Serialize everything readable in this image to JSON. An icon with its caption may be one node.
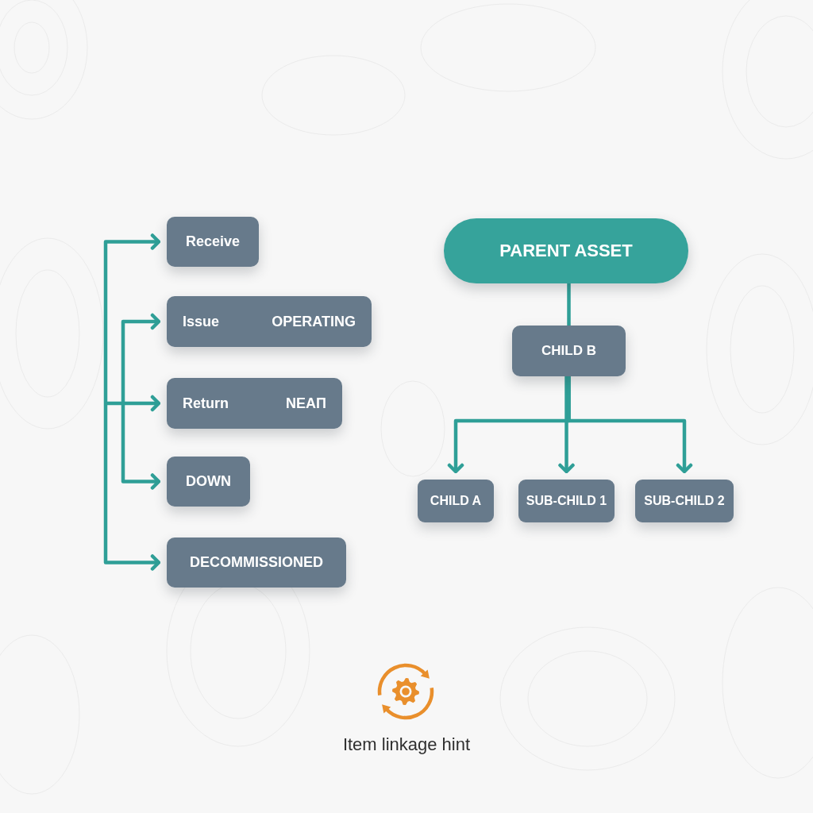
{
  "diagram": {
    "nodes": [
      {
        "text": [
          "Receive"
        ]
      },
      {
        "text": [
          "Issue",
          "OPERATING"
        ]
      },
      {
        "text": [
          "Return",
          "NEAП"
        ]
      },
      {
        "text": [
          "DOWN"
        ]
      },
      {
        "text": [
          "DECOMMISSIONED"
        ]
      },
      {
        "text": [
          "PARENT ASSET"
        ]
      },
      {
        "text": [
          "CHILD B"
        ]
      },
      {
        "text": [
          "CHILD A"
        ]
      },
      {
        "text": [
          "SUB-CHILD 1"
        ]
      },
      {
        "text": [
          "SUB-CHILD 2"
        ]
      }
    ],
    "edges": [
      {
        "from": null,
        "to": 0,
        "arrow": "to"
      },
      {
        "from": null,
        "to": 1,
        "arrow": "to"
      },
      {
        "from": null,
        "to": 2,
        "arrow": "to"
      },
      {
        "from": null,
        "to": 3,
        "arrow": "to"
      },
      {
        "from": null,
        "to": 4,
        "arrow": "to"
      },
      {
        "from": 5,
        "to": 6,
        "arrow": "none"
      },
      {
        "from": 6,
        "to": 7,
        "arrow": "to"
      },
      {
        "from": 6,
        "to": 8,
        "arrow": "to"
      },
      {
        "from": 6,
        "to": 9,
        "arrow": "to"
      }
    ],
    "labels": [
      "Item linkage hint"
    ]
  }
}
